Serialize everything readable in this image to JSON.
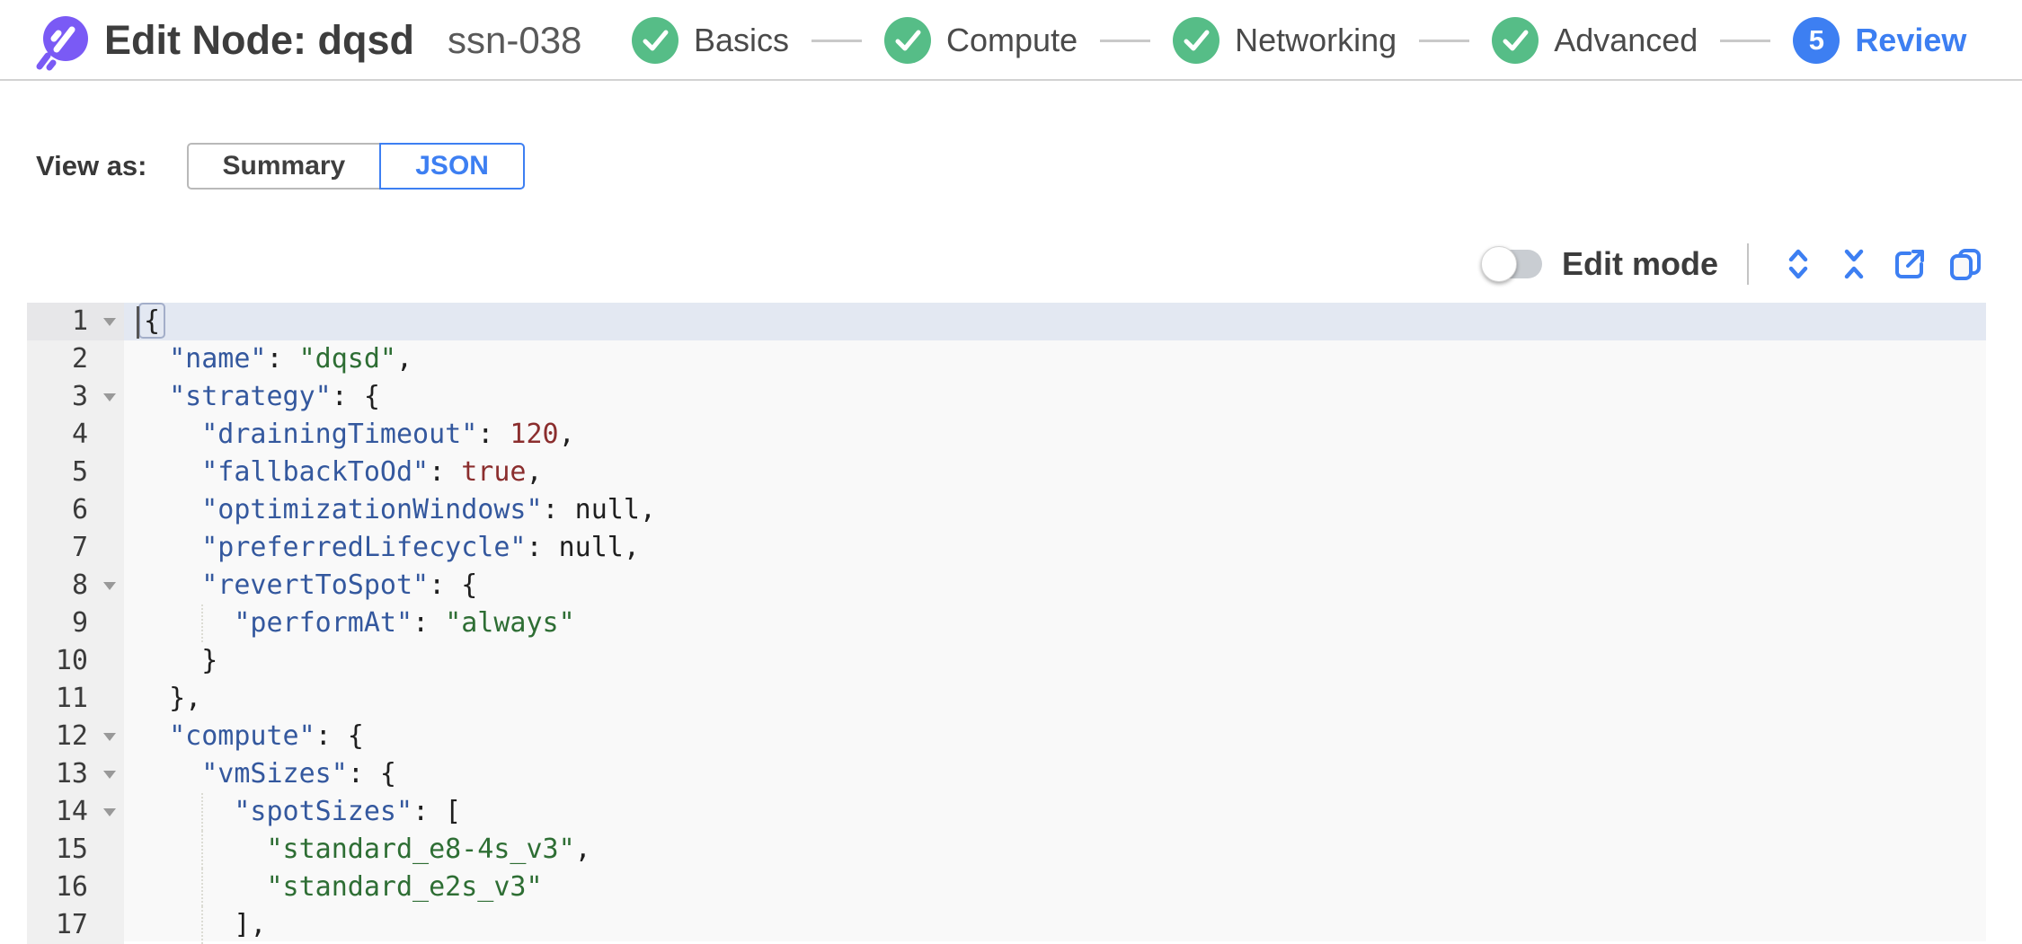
{
  "header": {
    "logo": "spot-logo",
    "title": "Edit Node: dqsd",
    "subtitle": "ssn-038",
    "steps": [
      {
        "label": "Basics",
        "state": "completed",
        "icon": "check-icon"
      },
      {
        "label": "Compute",
        "state": "completed",
        "icon": "check-icon"
      },
      {
        "label": "Networking",
        "state": "completed",
        "icon": "check-icon"
      },
      {
        "label": "Advanced",
        "state": "completed",
        "icon": "check-icon"
      },
      {
        "label": "Review",
        "state": "current",
        "number": "5"
      }
    ]
  },
  "view_as": {
    "label": "View as:",
    "options": [
      {
        "label": "Summary",
        "selected": false
      },
      {
        "label": "JSON",
        "selected": true
      }
    ]
  },
  "toolbar": {
    "edit_mode_label": "Edit mode",
    "edit_mode_enabled": false,
    "icons": [
      "expand-all-icon",
      "collapse-all-icon",
      "export-icon",
      "copy-icon"
    ]
  },
  "colors": {
    "accent_blue": "#3d7ff2",
    "success_green": "#56bd87",
    "logo_purple": "#7a5af5",
    "code_key_blue": "#34589e",
    "code_string_green": "#2e6e34",
    "code_constant_maroon": "#8b2e2e",
    "active_line_bg": "#e3e8f2",
    "gutter_bg": "#f0f0f0",
    "editor_bg": "#f9f9f9"
  },
  "editor": {
    "active_line": 1,
    "lines": [
      {
        "n": 1,
        "fold": true,
        "active": true,
        "tokens": [
          [
            "cur",
            ""
          ],
          [
            "b",
            "{"
          ]
        ]
      },
      {
        "n": 2,
        "tokens": [
          [
            "p",
            "  "
          ],
          [
            "k",
            "\"name\""
          ],
          [
            "p",
            ": "
          ],
          [
            "s",
            "\"dqsd\""
          ],
          [
            "p",
            ","
          ]
        ]
      },
      {
        "n": 3,
        "fold": true,
        "tokens": [
          [
            "p",
            "  "
          ],
          [
            "k",
            "\"strategy\""
          ],
          [
            "p",
            ": {"
          ]
        ]
      },
      {
        "n": 4,
        "tokens": [
          [
            "p",
            "    "
          ],
          [
            "k",
            "\"drainingTimeout\""
          ],
          [
            "p",
            ": "
          ],
          [
            "c",
            "120"
          ],
          [
            "p",
            ","
          ]
        ]
      },
      {
        "n": 5,
        "tokens": [
          [
            "p",
            "    "
          ],
          [
            "k",
            "\"fallbackToOd\""
          ],
          [
            "p",
            ": "
          ],
          [
            "c",
            "true"
          ],
          [
            "p",
            ","
          ]
        ]
      },
      {
        "n": 6,
        "tokens": [
          [
            "p",
            "    "
          ],
          [
            "k",
            "\"optimizationWindows\""
          ],
          [
            "p",
            ": "
          ],
          [
            "u",
            "null"
          ],
          [
            "p",
            ","
          ]
        ]
      },
      {
        "n": 7,
        "tokens": [
          [
            "p",
            "    "
          ],
          [
            "k",
            "\"preferredLifecycle\""
          ],
          [
            "p",
            ": "
          ],
          [
            "u",
            "null"
          ],
          [
            "p",
            ","
          ]
        ]
      },
      {
        "n": 8,
        "fold": true,
        "tokens": [
          [
            "p",
            "    "
          ],
          [
            "k",
            "\"revertToSpot\""
          ],
          [
            "p",
            ": {"
          ]
        ]
      },
      {
        "n": 9,
        "guide": true,
        "tokens": [
          [
            "p",
            "      "
          ],
          [
            "k",
            "\"performAt\""
          ],
          [
            "p",
            ": "
          ],
          [
            "s",
            "\"always\""
          ]
        ]
      },
      {
        "n": 10,
        "tokens": [
          [
            "p",
            "    }"
          ]
        ]
      },
      {
        "n": 11,
        "tokens": [
          [
            "p",
            "  },"
          ]
        ]
      },
      {
        "n": 12,
        "fold": true,
        "tokens": [
          [
            "p",
            "  "
          ],
          [
            "k",
            "\"compute\""
          ],
          [
            "p",
            ": {"
          ]
        ]
      },
      {
        "n": 13,
        "fold": true,
        "tokens": [
          [
            "p",
            "    "
          ],
          [
            "k",
            "\"vmSizes\""
          ],
          [
            "p",
            ": {"
          ]
        ]
      },
      {
        "n": 14,
        "fold": true,
        "guide": true,
        "tokens": [
          [
            "p",
            "      "
          ],
          [
            "k",
            "\"spotSizes\""
          ],
          [
            "p",
            ": ["
          ]
        ]
      },
      {
        "n": 15,
        "guide": true,
        "tokens": [
          [
            "p",
            "        "
          ],
          [
            "s",
            "\"standard_e8-4s_v3\""
          ],
          [
            "p",
            ","
          ]
        ]
      },
      {
        "n": 16,
        "guide": true,
        "tokens": [
          [
            "p",
            "        "
          ],
          [
            "s",
            "\"standard_e2s_v3\""
          ]
        ]
      },
      {
        "n": 17,
        "guide": true,
        "tokens": [
          [
            "p",
            "      ],"
          ]
        ]
      }
    ]
  }
}
